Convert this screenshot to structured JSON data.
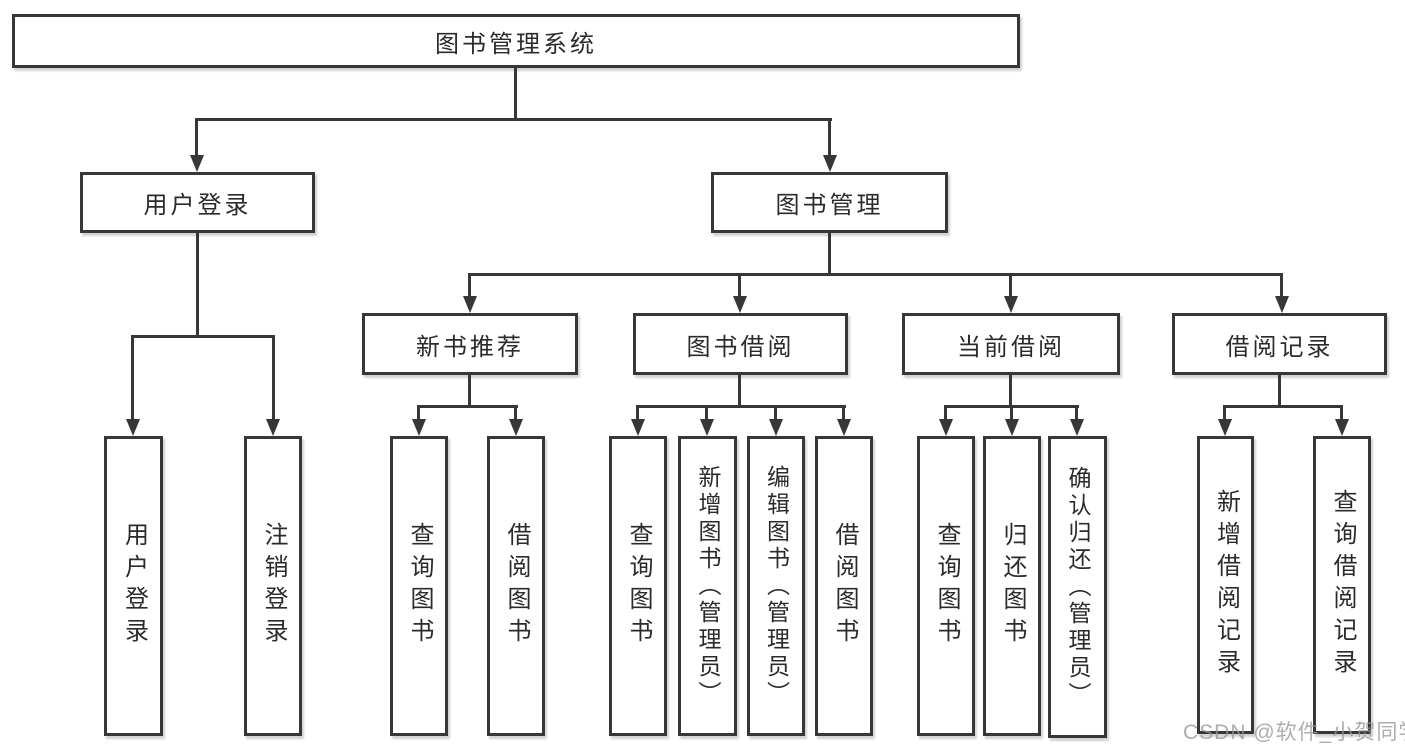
{
  "diagram_title": "图书管理系统",
  "nodes": {
    "root": "图书管理系统",
    "user_login": "用户登录",
    "book_mgmt": "图书管理",
    "new_book_rec": "新书推荐",
    "book_borrow": "图书借阅",
    "current_borrow": "当前借阅",
    "borrow_record": "借阅记录",
    "ul_login": "用户登录",
    "ul_logout": "注销登录",
    "nr_query": "查询图书",
    "nr_borrow": "借阅图书",
    "bb_query": "查询图书",
    "bb_add": "新增图书（管理员）",
    "bb_edit": "编辑图书（管理员）",
    "bb_borrow": "借阅图书",
    "cb_query": "查询图书",
    "cb_return": "归还图书",
    "cb_confirm": "确认归还（管理员）",
    "br_add": "新增借阅记录",
    "br_query": "查询借阅记录"
  },
  "hierarchy": {
    "图书管理系统": {
      "用户登录": [
        "用户登录",
        "注销登录"
      ],
      "图书管理": {
        "新书推荐": [
          "查询图书",
          "借阅图书"
        ],
        "图书借阅": [
          "查询图书",
          "新增图书（管理员）",
          "编辑图书（管理员）",
          "借阅图书"
        ],
        "当前借阅": [
          "查询图书",
          "归还图书",
          "确认归还（管理员）"
        ],
        "借阅记录": [
          "新增借阅记录",
          "查询借阅记录"
        ]
      }
    }
  },
  "watermark": {
    "text": "CSDN @软件_小贺同学"
  },
  "colors": {
    "line": "#373737",
    "text": "#2b2b2b",
    "background": "#ffffff",
    "watermark": "#969696"
  }
}
